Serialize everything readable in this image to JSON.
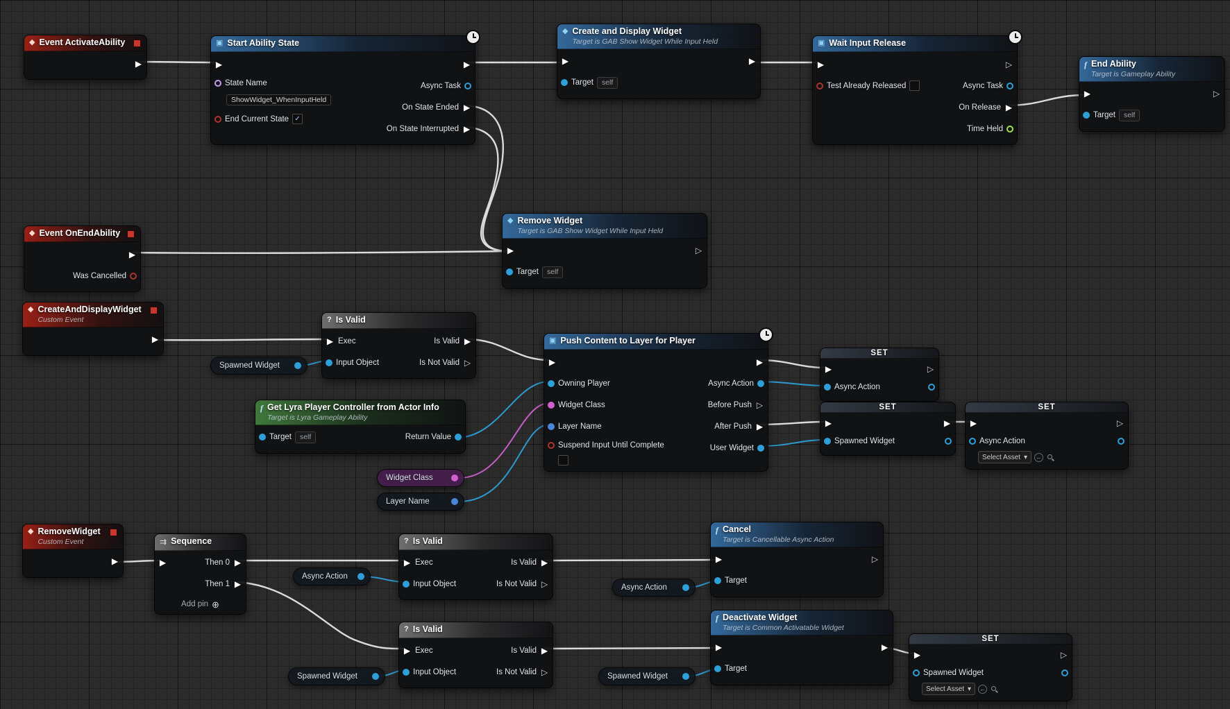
{
  "icons": {
    "exec_filled": "▶",
    "exec_open": "▷",
    "check": "✓",
    "add": "⊕",
    "caret": "▾",
    "question": "?",
    "fn": "f",
    "event": "◆",
    "box": "▣",
    "sequence": "⇉",
    "arrow_left": "←"
  },
  "colors": {
    "exec_wire": "#e8e8e8",
    "object_pin": "#2e9fd8",
    "class_pin": "#d160cf",
    "name_pin": "#c79bf2",
    "bool_pin": "#b0342c",
    "float_pin": "#9fe05a",
    "delegate_pin": "#c8372b",
    "event_header": "#a02116",
    "call_header": "#366ea3",
    "pure_header": "#427e3e",
    "utility_header": "#767676"
  },
  "common": {
    "target": "Target",
    "self": "self",
    "exec": "Exec",
    "input_object": "Input Object",
    "is_valid": "Is Valid",
    "is_not_valid": "Is Not Valid",
    "async_task": "Async Task",
    "async_action": "Async Action",
    "spawned_widget": "Spawned Widget",
    "set": "SET",
    "select_asset": "Select Asset",
    "custom_event": "Custom Event"
  },
  "nodes": {
    "eventActivateAbility": {
      "title": "Event ActivateAbility"
    },
    "startAbilityState": {
      "title": "Start Ability State",
      "state_name": "State Name",
      "state_name_value": "ShowWidget_WhenInputHeld",
      "end_current_state": "End Current State",
      "on_state_ended": "On State Ended",
      "on_state_interrupted": "On State Interrupted"
    },
    "createAndDisplayWidgetCall": {
      "title": "Create and Display Widget",
      "subtitle": "Target is GAB Show Widget While Input Held"
    },
    "waitInputRelease": {
      "title": "Wait Input Release",
      "test_already_released": "Test Already Released",
      "on_release": "On Release",
      "time_held": "Time Held"
    },
    "endAbility": {
      "title": "End Ability",
      "subtitle": "Target is Gameplay Ability"
    },
    "eventOnEndAbility": {
      "title": "Event OnEndAbility",
      "was_cancelled": "Was Cancelled"
    },
    "removeWidgetCall": {
      "title": "Remove Widget",
      "subtitle": "Target is GAB Show Widget While Input Held"
    },
    "createAndDisplayWidgetEvent": {
      "title": "CreateAndDisplayWidget"
    },
    "isValid": {
      "title": "Is Valid"
    },
    "pushContentToLayer": {
      "title": "Push Content to Layer for Player",
      "owning_player": "Owning Player",
      "widget_class": "Widget Class",
      "layer_name": "Layer Name",
      "suspend_input": "Suspend Input Until Complete",
      "before_push": "Before Push",
      "after_push": "After Push",
      "user_widget": "User Widget"
    },
    "getLyraPlayerController": {
      "title": "Get Lyra Player Controller from Actor Info",
      "subtitle": "Target is Lyra Gameplay Ability",
      "return_value": "Return Value"
    },
    "sequence": {
      "title": "Sequence",
      "then0": "Then 0",
      "then1": "Then 1",
      "add_pin": "Add pin"
    },
    "cancel": {
      "title": "Cancel",
      "subtitle": "Target is Cancellable Async Action"
    },
    "deactivateWidget": {
      "title": "Deactivate Widget",
      "subtitle": "Target is Common Activatable Widget"
    },
    "removeWidgetEvent": {
      "title": "RemoveWidget"
    }
  },
  "pills": {
    "spawnedWidget": "Spawned Widget",
    "widgetClass": "Widget Class",
    "layerName": "Layer Name",
    "asyncAction": "Async Action"
  }
}
